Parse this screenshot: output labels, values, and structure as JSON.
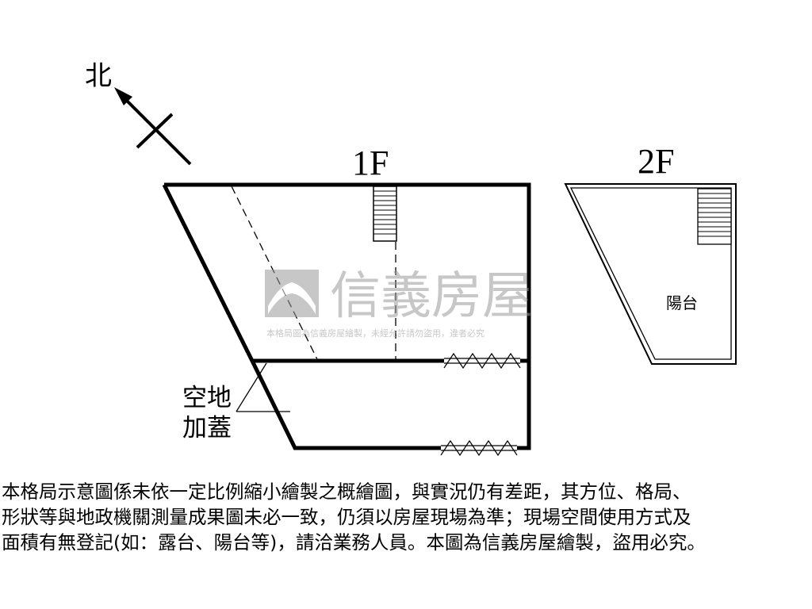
{
  "compass": {
    "north_label": "北"
  },
  "floors": {
    "first": {
      "label": "1F",
      "annex_label_line1": "空地",
      "annex_label_line2": "加蓋"
    },
    "second": {
      "label": "2F",
      "room_label": "陽台"
    }
  },
  "watermark": {
    "brand": "信義房屋",
    "notice": "本格局圖為信義房屋繪製，未經允許請勿盜用，違者必究"
  },
  "disclaimer": {
    "line1": "本格局示意圖係未依一定比例縮小繪製之概繪圖，與實況仍有差距，其方位、格局、",
    "line2": "形狀等與地政機關測量成果圖未必一致，仍須以房屋現場為準；現場空間使用方式及",
    "line3": "面積有無登記(如：露台、陽台等)，請洽業務人員。本圖為信義房屋繪製，盜用必究。"
  }
}
